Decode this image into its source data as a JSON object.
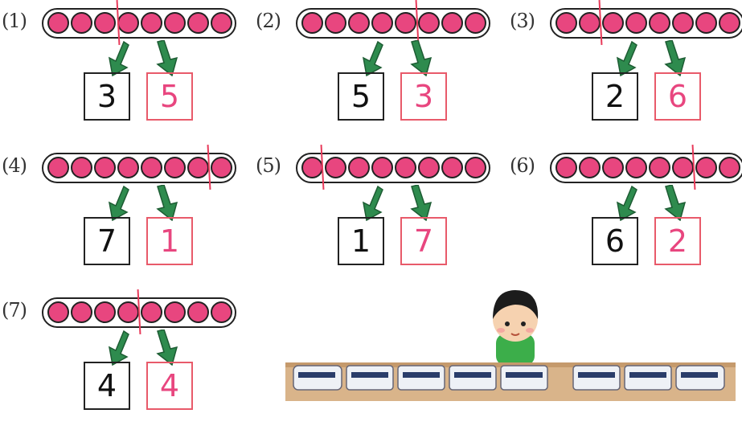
{
  "problems": [
    {
      "label": "(1)",
      "left": "3",
      "right": "5"
    },
    {
      "label": "(2)",
      "left": "5",
      "right": "3"
    },
    {
      "label": "(3)",
      "left": "2",
      "right": "6"
    },
    {
      "label": "(4)",
      "left": "7",
      "right": "1"
    },
    {
      "label": "(5)",
      "left": "1",
      "right": "7"
    },
    {
      "label": "(6)",
      "left": "6",
      "right": "2"
    },
    {
      "label": "(7)",
      "left": "4",
      "right": "4"
    }
  ],
  "beads_per_bar": 8,
  "colors": {
    "bead": "#e8467f",
    "arrow": "#2e8b4e",
    "answer": "#e8467f",
    "cut": "#e83a5a"
  },
  "illustration": {
    "subject": "boy-watching-toy-train"
  }
}
